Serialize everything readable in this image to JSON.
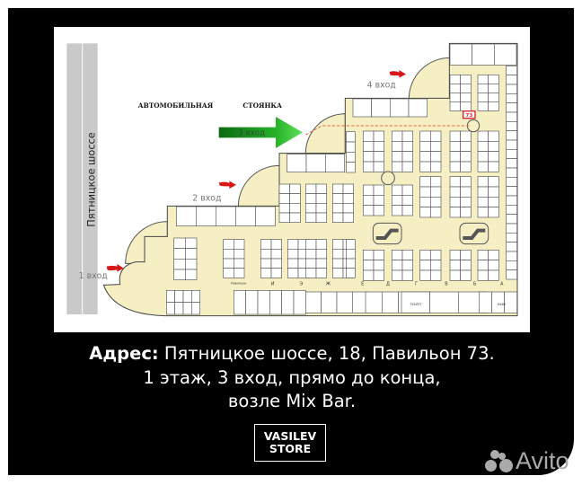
{
  "map": {
    "road_label": "Пятницкое шоссе",
    "parking_words": [
      "АВТОМОБИЛЬНАЯ",
      "СТОЯНКА"
    ],
    "entrances": [
      "1 вход",
      "2 вход",
      "3 вход",
      "4 вход"
    ],
    "highlighted_entrance": "3 вход",
    "target_pavilion": "73",
    "corridor_letters": [
      "И",
      "Э",
      "Ж",
      "Е",
      "Д",
      "Г",
      "В",
      "Б",
      "А"
    ],
    "labels": {
      "toilet": "ТУАЛЕТ",
      "cafe": "КАФЕ",
      "pavilion_small": "Павильон"
    },
    "colors": {
      "floor": "#f6efc3",
      "arrow": "#1a9a1a",
      "target": "#e0202a",
      "road": "#c8c8c8"
    }
  },
  "address": {
    "label": "Адрес:",
    "line1": "Пятницкое шоссе, 18, Павильон 73.",
    "line2": "1 этаж, 3 вход, прямо до конца,",
    "line3": "возле Mix Bar."
  },
  "brand": {
    "line1": "VASILEV",
    "line2": "STORE"
  },
  "watermark": "Avito"
}
